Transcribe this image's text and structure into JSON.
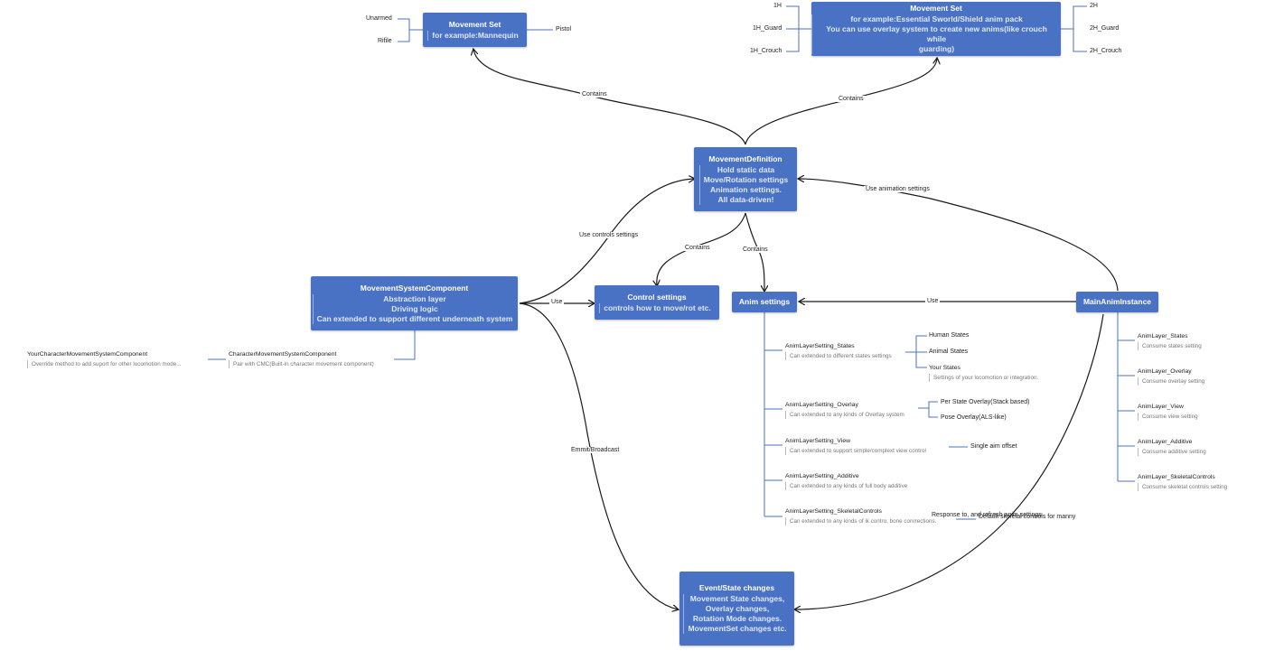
{
  "colors": {
    "node": "#4a72c4",
    "edge": "#1a1a1a",
    "line": "#4a72c4"
  },
  "nodes": {
    "movement_set_left": {
      "title": "Movement Set",
      "body": [
        "for example:Mannequin"
      ]
    },
    "movement_set_right": {
      "title": "Movement Set",
      "body": [
        "for example:Essential Sworld/Shield anim pack",
        "You can use overlay system to create new anims(like crouch while",
        "guarding)"
      ]
    },
    "movement_definition": {
      "title": "MovementDefinition",
      "body": [
        "Hold static data",
        "Move/Rotation settings",
        "Animation settings.",
        "All data-driven!"
      ]
    },
    "movement_system_component": {
      "title": "MovementSystemComponent",
      "body": [
        "Abstraction layer",
        "Driving logic",
        "Can extended to support different underneath system"
      ]
    },
    "control_settings": {
      "title": "Control settings",
      "body": [
        "controls how to move/rot etc."
      ]
    },
    "anim_settings": {
      "title": "Anim settings"
    },
    "main_anim_instance": {
      "title": "MainAnimInstance"
    },
    "event_state_changes": {
      "title": "Event/State changes",
      "body": [
        "Movement State changes,",
        "Overlay changes,",
        "Rotation Mode changes.",
        "MovementSet changes etc."
      ]
    }
  },
  "edge_labels": {
    "contains_left": "Contains",
    "contains_right": "Contains",
    "use_animation_settings": "Use animation settings",
    "use_controls_settings": "Use controls settings",
    "contains_control": "Contains",
    "contains_anim": "Contains",
    "use_msc": "Use",
    "use_main": "Use",
    "emmit_broadcast": "Emmit/Broadcast",
    "response": "Response to, and refresh anim settings"
  },
  "left_set_items": {
    "unarmed": "Unarmed",
    "rifile": "Rifile",
    "pistol": "Pistol"
  },
  "right_set_items": {
    "h1": "1H",
    "h1_guard": "1H_Guard",
    "h1_crouch": "1H_Crouch",
    "h2": "2H",
    "h2_guard": "2H_Guard",
    "h2_crouch": "2H_Crouch"
  },
  "components": {
    "your_cmc": {
      "title": "YourCharacterMovementSystemComponent",
      "desc": "Override  method to add suport for other locomotion mode..."
    },
    "cmc": {
      "title": "CharacterMovementSystemComponent",
      "desc": "Pair with CMC(Built-in character movement component)"
    }
  },
  "anim_layer_settings": [
    {
      "title": "AnimLayerSetting_States",
      "desc": "Can extended to different states settings"
    },
    {
      "title": "AnimLayerSetting_Overlay",
      "desc": "Can extended to any kinds of Overlay system"
    },
    {
      "title": "AnimLayerSetting_View",
      "desc": "Can extended to support simple/complext view control"
    },
    {
      "title": "AnimLayerSetting_Additive",
      "desc": "Can extended to any kinds of full body additive"
    },
    {
      "title": "AnimLayerSetting_SkeletalControls",
      "desc": "Can extended to any kinds of ik contro, bone conrrections."
    }
  ],
  "states_children": {
    "human": "Human States",
    "animal": "Animal States",
    "yours": "Your States",
    "yours_desc": "Settings of your locomotion or integration."
  },
  "overlay_children": {
    "per_state": "Per State Overlay(Stack based)",
    "pose": "Pose Overlay(ALS-like)"
  },
  "view_children": {
    "single": "Single aim offset"
  },
  "skeletal_extra": "Default skeletal controls for manny",
  "anim_layers": [
    {
      "title": "AnimLayer_States",
      "desc": "Consume states setting"
    },
    {
      "title": "AnimLayer_Overlay",
      "desc": "Consume overlay setting"
    },
    {
      "title": "AnimLayer_View",
      "desc": "Consume view setting"
    },
    {
      "title": "AnimLayer_Additive",
      "desc": "Consume  additive setting"
    },
    {
      "title": "AnimLayer_SkeletalControls",
      "desc": "Consume skeletal controls setting"
    }
  ]
}
